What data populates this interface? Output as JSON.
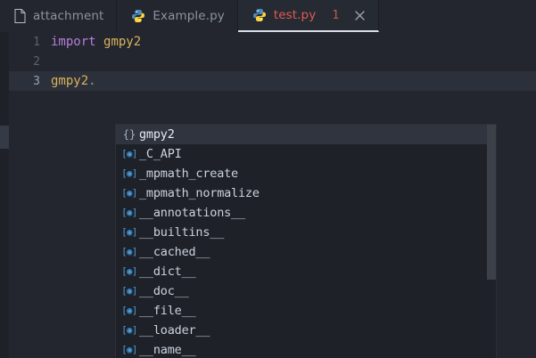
{
  "tabs": [
    {
      "label": "attachment",
      "icon": "file-icon",
      "active": false,
      "badge": null,
      "closable": false
    },
    {
      "label": "Example.py",
      "icon": "python-icon",
      "active": false,
      "badge": null,
      "closable": false
    },
    {
      "label": "test.py",
      "icon": "python-icon",
      "active": true,
      "badge": "1",
      "closable": true,
      "close_label": "×"
    }
  ],
  "editor": {
    "lines": [
      {
        "number": "1",
        "active": false,
        "tokens": [
          {
            "text": "import ",
            "type": "keyword"
          },
          {
            "text": "gmpy2",
            "type": "module"
          }
        ]
      },
      {
        "number": "2",
        "active": false,
        "tokens": []
      },
      {
        "number": "3",
        "active": true,
        "tokens": [
          {
            "text": "gmpy2",
            "type": "module"
          },
          {
            "text": ".",
            "type": "punctuation",
            "error": true
          }
        ]
      }
    ]
  },
  "autocomplete": {
    "items": [
      {
        "label": "gmpy2",
        "icon": "module-icon",
        "icon_glyph": "{}",
        "selected": true
      },
      {
        "label": "_C_API",
        "icon": "variable-icon",
        "icon_glyph": "[◉]",
        "selected": false
      },
      {
        "label": "_mpmath_create",
        "icon": "variable-icon",
        "icon_glyph": "[◉]",
        "selected": false
      },
      {
        "label": "_mpmath_normalize",
        "icon": "variable-icon",
        "icon_glyph": "[◉]",
        "selected": false
      },
      {
        "label": "__annotations__",
        "icon": "variable-icon",
        "icon_glyph": "[◉]",
        "selected": false
      },
      {
        "label": "__builtins__",
        "icon": "variable-icon",
        "icon_glyph": "[◉]",
        "selected": false
      },
      {
        "label": "__cached__",
        "icon": "variable-icon",
        "icon_glyph": "[◉]",
        "selected": false
      },
      {
        "label": "__dict__",
        "icon": "variable-icon",
        "icon_glyph": "[◉]",
        "selected": false
      },
      {
        "label": "__doc__",
        "icon": "variable-icon",
        "icon_glyph": "[◉]",
        "selected": false
      },
      {
        "label": "__file__",
        "icon": "variable-icon",
        "icon_glyph": "[◉]",
        "selected": false
      },
      {
        "label": "__loader__",
        "icon": "variable-icon",
        "icon_glyph": "[◉]",
        "selected": false
      },
      {
        "label": "__name__",
        "icon": "variable-icon",
        "icon_glyph": "[◉]",
        "selected": false
      }
    ],
    "scroll": {
      "thumb_top_pct": 0,
      "thumb_height_pct": 66
    }
  },
  "colors": {
    "background": "#23262e",
    "tab_active_text": "#e05a53",
    "tab_inactive_text": "#8b939e",
    "keyword": "#b57edc",
    "module": "#d8b35c",
    "punctuation": "#6fb07a",
    "error_squiggle": "#d94a4a",
    "popup_background": "#1e2128",
    "popup_selected": "#30343f",
    "variable_icon": "#4a9fe0"
  }
}
